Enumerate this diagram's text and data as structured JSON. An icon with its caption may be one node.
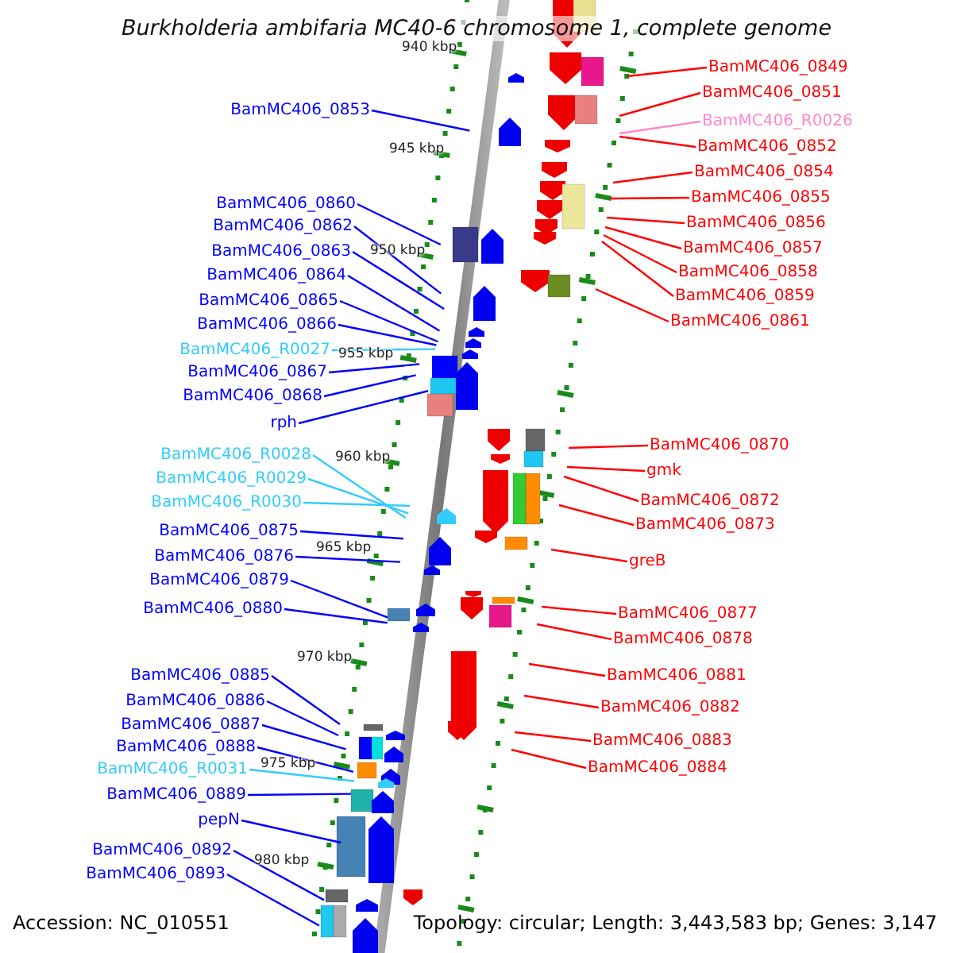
{
  "diagram": {
    "title": "Burkholderia ambifaria MC40-6 chromosome 1, complete genome",
    "nodes": [
      {
        "text": [
          "BamMC406_0853"
        ]
      },
      {
        "text": [
          "BamMC406_0860"
        ]
      },
      {
        "text": [
          "BamMC406_0862"
        ]
      },
      {
        "text": [
          "BamMC406_0863"
        ]
      },
      {
        "text": [
          "BamMC406_0864"
        ]
      },
      {
        "text": [
          "BamMC406_0865"
        ]
      },
      {
        "text": [
          "BamMC406_0866"
        ]
      },
      {
        "text": [
          "BamMC406_R0027"
        ]
      },
      {
        "text": [
          "BamMC406_0867"
        ]
      },
      {
        "text": [
          "BamMC406_0868"
        ]
      },
      {
        "text": [
          "rph"
        ]
      },
      {
        "text": [
          "BamMC406_R0028"
        ]
      },
      {
        "text": [
          "BamMC406_R0029"
        ]
      },
      {
        "text": [
          "BamMC406_R0030"
        ]
      },
      {
        "text": [
          "BamMC406_0875"
        ]
      },
      {
        "text": [
          "BamMC406_0876"
        ]
      },
      {
        "text": [
          "BamMC406_0879"
        ]
      },
      {
        "text": [
          "BamMC406_0880"
        ]
      },
      {
        "text": [
          "BamMC406_0885"
        ]
      },
      {
        "text": [
          "BamMC406_0886"
        ]
      },
      {
        "text": [
          "BamMC406_0887"
        ]
      },
      {
        "text": [
          "BamMC406_0888"
        ]
      },
      {
        "text": [
          "BamMC406_R0031"
        ]
      },
      {
        "text": [
          "BamMC406_0889"
        ]
      },
      {
        "text": [
          "pepN"
        ]
      },
      {
        "text": [
          "BamMC406_0892"
        ]
      },
      {
        "text": [
          "BamMC406_0893"
        ]
      },
      {
        "text": [
          "BamMC406_0849"
        ]
      },
      {
        "text": [
          "BamMC406_0851"
        ]
      },
      {
        "text": [
          "BamMC406_R0026"
        ]
      },
      {
        "text": [
          "BamMC406_0852"
        ]
      },
      {
        "text": [
          "BamMC406_0854"
        ]
      },
      {
        "text": [
          "BamMC406_0855"
        ]
      },
      {
        "text": [
          "BamMC406_0856"
        ]
      },
      {
        "text": [
          "BamMC406_0857"
        ]
      },
      {
        "text": [
          "BamMC406_0858"
        ]
      },
      {
        "text": [
          "BamMC406_0859"
        ]
      },
      {
        "text": [
          "BamMC406_0861"
        ]
      },
      {
        "text": [
          "BamMC406_0870"
        ]
      },
      {
        "text": [
          "gmk"
        ]
      },
      {
        "text": [
          "BamMC406_0872"
        ]
      },
      {
        "text": [
          "BamMC406_0873"
        ]
      },
      {
        "text": [
          "greB"
        ]
      },
      {
        "text": [
          "BamMC406_0877"
        ]
      },
      {
        "text": [
          "BamMC406_0878"
        ]
      },
      {
        "text": [
          "BamMC406_0881"
        ]
      },
      {
        "text": [
          "BamMC406_0882"
        ]
      },
      {
        "text": [
          "BamMC406_0883"
        ]
      },
      {
        "text": [
          "BamMC406_0884"
        ]
      }
    ],
    "edges": [
      {
        "from": 0,
        "to": null,
        "arrow": "none"
      },
      {
        "from": 1,
        "to": null,
        "arrow": "none"
      },
      {
        "from": 2,
        "to": null,
        "arrow": "none"
      },
      {
        "from": 3,
        "to": null,
        "arrow": "none"
      },
      {
        "from": 4,
        "to": null,
        "arrow": "none"
      },
      {
        "from": 5,
        "to": null,
        "arrow": "none"
      },
      {
        "from": 6,
        "to": null,
        "arrow": "none"
      },
      {
        "from": 7,
        "to": null,
        "arrow": "none",
        "color": "#33ccff"
      },
      {
        "from": 8,
        "to": null,
        "arrow": "none"
      },
      {
        "from": 9,
        "to": null,
        "arrow": "none"
      },
      {
        "from": 10,
        "to": null,
        "arrow": "none"
      },
      {
        "from": 11,
        "to": null,
        "arrow": "none",
        "color": "#33ccff"
      },
      {
        "from": 12,
        "to": null,
        "arrow": "none",
        "color": "#33ccff"
      },
      {
        "from": 13,
        "to": null,
        "arrow": "none",
        "color": "#33ccff"
      },
      {
        "from": 14,
        "to": null,
        "arrow": "none"
      },
      {
        "from": 15,
        "to": null,
        "arrow": "none"
      },
      {
        "from": 16,
        "to": null,
        "arrow": "none"
      },
      {
        "from": 17,
        "to": null,
        "arrow": "none"
      },
      {
        "from": 18,
        "to": null,
        "arrow": "none"
      },
      {
        "from": 19,
        "to": null,
        "arrow": "none"
      },
      {
        "from": 20,
        "to": null,
        "arrow": "none"
      },
      {
        "from": 21,
        "to": null,
        "arrow": "none"
      },
      {
        "from": 22,
        "to": null,
        "arrow": "none",
        "color": "#33ccff"
      },
      {
        "from": 23,
        "to": null,
        "arrow": "none"
      },
      {
        "from": 24,
        "to": null,
        "arrow": "none"
      },
      {
        "from": 25,
        "to": null,
        "arrow": "none"
      },
      {
        "from": 26,
        "to": null,
        "arrow": "none"
      },
      {
        "from": 27,
        "to": null,
        "arrow": "none",
        "color": "#ff0000"
      },
      {
        "from": 28,
        "to": null,
        "arrow": "none",
        "color": "#ff0000"
      },
      {
        "from": 29,
        "to": null,
        "arrow": "none",
        "color": "#ff88cc"
      },
      {
        "from": 30,
        "to": null,
        "arrow": "none",
        "color": "#ff0000"
      },
      {
        "from": 31,
        "to": null,
        "arrow": "none",
        "color": "#ff0000"
      },
      {
        "from": 32,
        "to": null,
        "arrow": "none",
        "color": "#ff0000"
      },
      {
        "from": 33,
        "to": null,
        "arrow": "none",
        "color": "#ff0000"
      },
      {
        "from": 34,
        "to": null,
        "arrow": "none",
        "color": "#ff0000"
      },
      {
        "from": 35,
        "to": null,
        "arrow": "none",
        "color": "#ff0000"
      },
      {
        "from": 36,
        "to": null,
        "arrow": "none",
        "color": "#ff0000"
      },
      {
        "from": 37,
        "to": null,
        "arrow": "none",
        "color": "#ff0000"
      },
      {
        "from": 38,
        "to": null,
        "arrow": "none",
        "color": "#ff0000"
      },
      {
        "from": 39,
        "to": null,
        "arrow": "none",
        "color": "#ff0000"
      },
      {
        "from": 40,
        "to": null,
        "arrow": "none",
        "color": "#ff0000"
      },
      {
        "from": 41,
        "to": null,
        "arrow": "none",
        "color": "#ff0000"
      },
      {
        "from": 42,
        "to": null,
        "arrow": "none",
        "color": "#ff0000"
      },
      {
        "from": 43,
        "to": null,
        "arrow": "none",
        "color": "#ff0000"
      },
      {
        "from": 44,
        "to": null,
        "arrow": "none",
        "color": "#ff0000"
      },
      {
        "from": 45,
        "to": null,
        "arrow": "none",
        "color": "#ff0000"
      },
      {
        "from": 46,
        "to": null,
        "arrow": "none",
        "color": "#ff0000"
      },
      {
        "from": 47,
        "to": null,
        "arrow": "none",
        "color": "#ff0000"
      },
      {
        "from": 48,
        "to": null,
        "arrow": "none",
        "color": "#ff0000"
      }
    ],
    "labels": [
      "940 kbp",
      "945 kbp",
      "950 kbp",
      "955 kbp",
      "960 kbp",
      "965 kbp",
      "970 kbp",
      "975 kbp",
      "980 kbp",
      "Accession: NC_010551",
      "Topology: circular; Length: 3,443,583 bp; Genes: 3,147"
    ]
  }
}
